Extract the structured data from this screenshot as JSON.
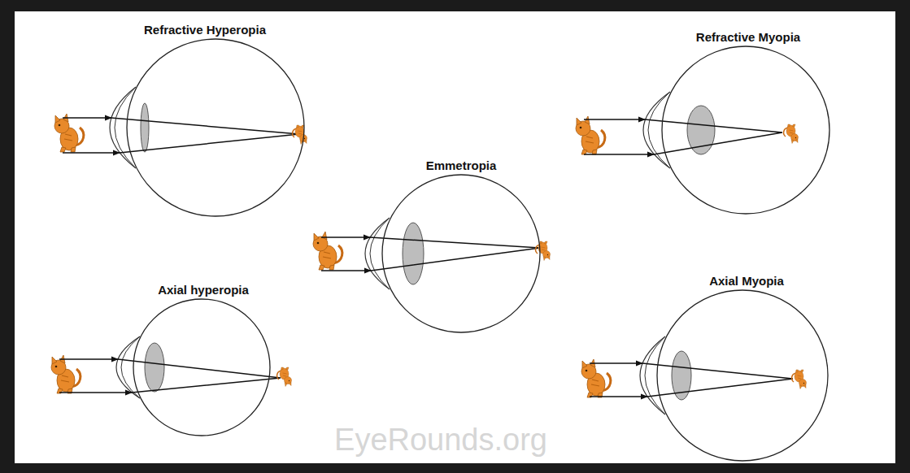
{
  "diagram": {
    "nodes": [
      {
        "text": [
          "Refractive Hyperopia"
        ]
      },
      {
        "text": [
          "Refractive Myopia"
        ]
      },
      {
        "text": [
          "Emmetropia"
        ]
      },
      {
        "text": [
          "Axial hyperopia"
        ]
      },
      {
        "text": [
          "Axial Myopia"
        ]
      }
    ],
    "labels": [
      "EyeRounds.org"
    ]
  }
}
